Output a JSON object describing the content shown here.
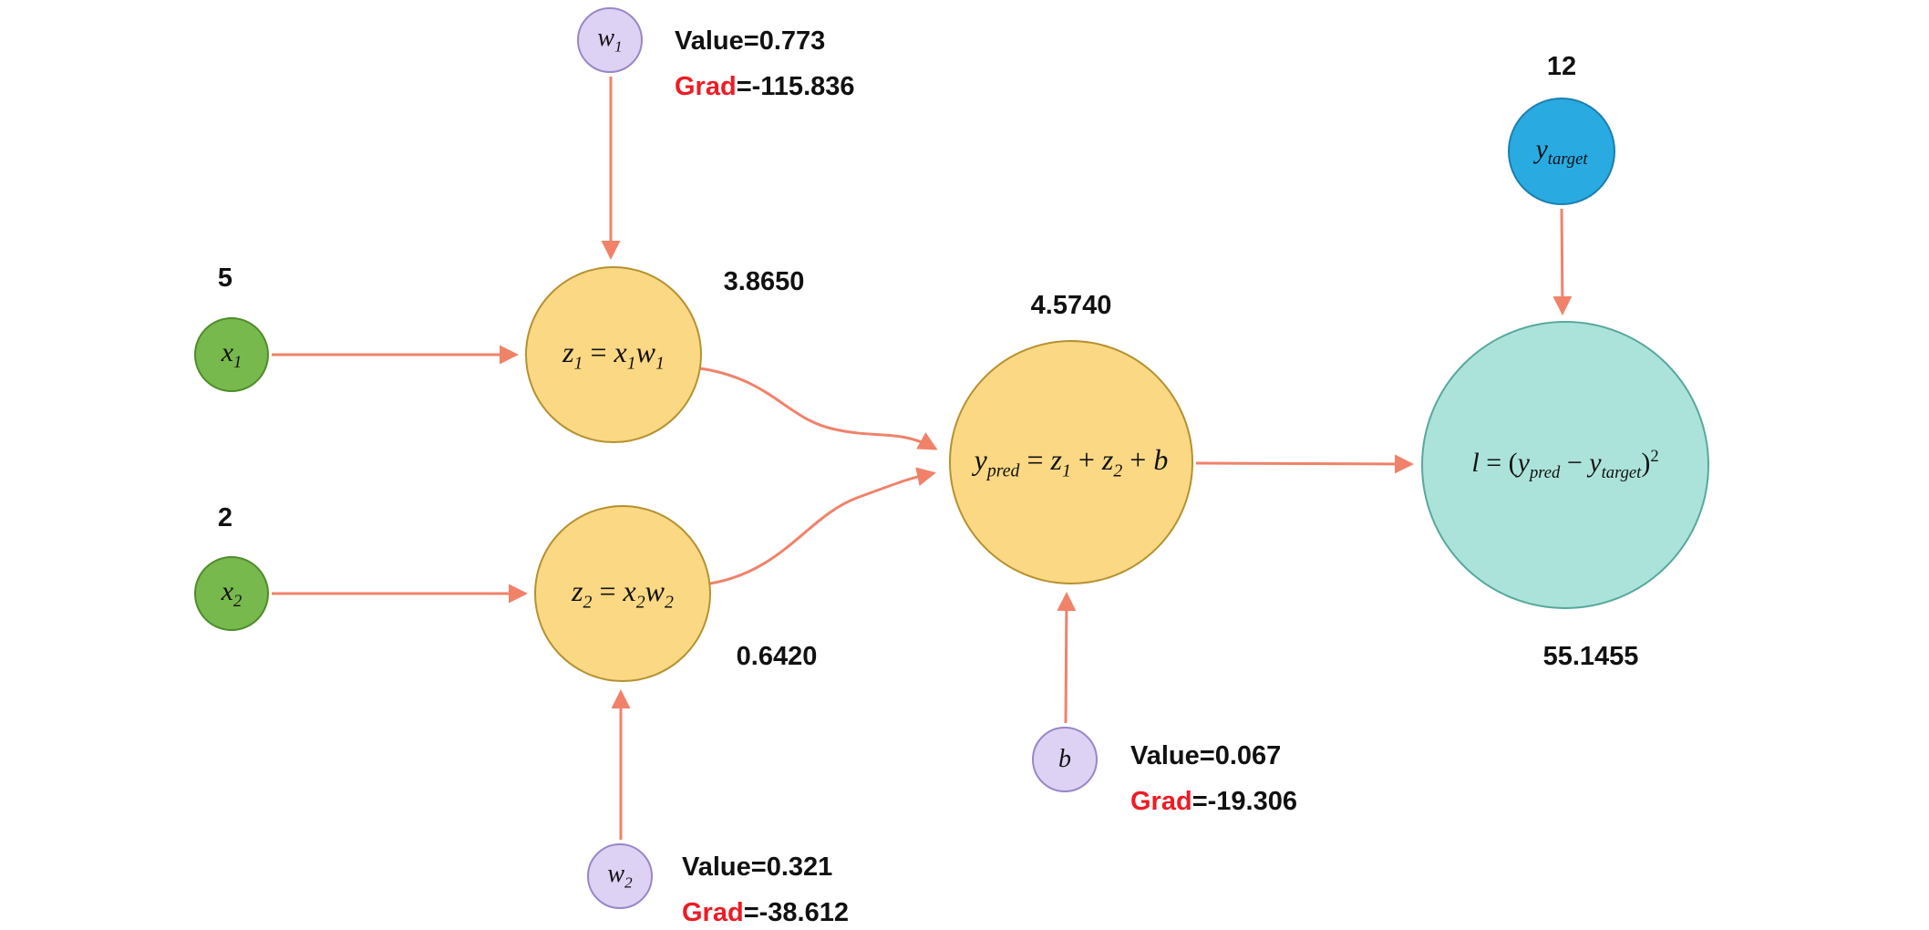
{
  "diagram": {
    "background": "#ffffff",
    "arrow_color": "#f0826a",
    "grad_text_color": "#ed1c24",
    "colors": {
      "input_fill": "#77b94c",
      "param_fill": "#ded2f4",
      "op_fill": "#fbd884",
      "target_fill": "#29abe2",
      "loss_fill": "#abe3da"
    }
  },
  "nodes": {
    "x1": {
      "label": [
        "x",
        "1"
      ],
      "value": "5"
    },
    "x2": {
      "label": [
        "x",
        "2"
      ],
      "value": "2"
    },
    "w1": {
      "label": [
        "w",
        "1"
      ],
      "value_text": "Value=0.773",
      "grad_word": "Grad",
      "grad_value": "=-115.836"
    },
    "w2": {
      "label": [
        "w",
        "2"
      ],
      "value_text": "Value=0.321",
      "grad_word": "Grad",
      "grad_value": "=-38.612"
    },
    "b": {
      "label": [
        "b"
      ],
      "value_text": "Value=0.067",
      "grad_word": "Grad",
      "grad_value": "=-19.306"
    },
    "z1": {
      "label": [
        "z",
        "1",
        " = ",
        "x",
        "1",
        "w",
        "1"
      ],
      "output": "3.8650"
    },
    "z2": {
      "label": [
        "z",
        "2",
        " = ",
        "x",
        "2",
        "w",
        "2"
      ],
      "output": "0.6420"
    },
    "ypred": {
      "label": [
        "y",
        "pred",
        " = ",
        "z",
        "1",
        " + ",
        "z",
        "2",
        " + ",
        "b"
      ],
      "output": "4.5740"
    },
    "ytarget": {
      "label": [
        "y",
        "target"
      ],
      "value": "12"
    },
    "loss": {
      "label": [
        "l",
        " = (",
        "y",
        "pred",
        " − ",
        "y",
        "target",
        ")",
        "2"
      ],
      "output": "55.1455"
    }
  },
  "edges": [
    {
      "from": "w1",
      "to": "z1"
    },
    {
      "from": "x1",
      "to": "z1"
    },
    {
      "from": "x2",
      "to": "z2"
    },
    {
      "from": "w2",
      "to": "z2"
    },
    {
      "from": "z1",
      "to": "ypred"
    },
    {
      "from": "z2",
      "to": "ypred"
    },
    {
      "from": "b",
      "to": "ypred"
    },
    {
      "from": "ypred",
      "to": "loss"
    },
    {
      "from": "ytarget",
      "to": "loss"
    }
  ]
}
